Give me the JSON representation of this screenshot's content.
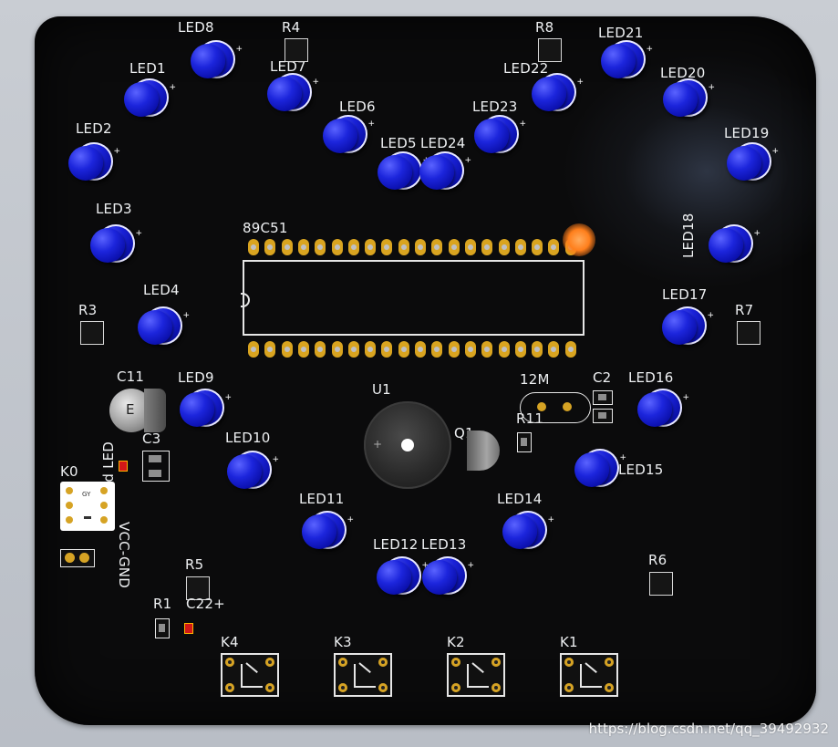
{
  "board": {
    "leds": [
      "LED1",
      "LED2",
      "LED3",
      "LED4",
      "LED5",
      "LED6",
      "LED7",
      "LED8",
      "LED9",
      "LED10",
      "LED11",
      "LED12",
      "LED13",
      "LED14",
      "LED15",
      "LED16",
      "LED17",
      "LED18",
      "LED19",
      "LED20",
      "LED21",
      "LED22",
      "LED23",
      "LED24"
    ],
    "resistors": [
      "R1",
      "R3",
      "R4",
      "R5",
      "R6",
      "R7",
      "R8",
      "R11"
    ],
    "capacitors": [
      "C11",
      "C3",
      "C2",
      "C22+"
    ],
    "buttons": [
      "K1",
      "K2",
      "K3",
      "K4"
    ],
    "power_switch": "K0",
    "mcu": "89C51",
    "buzzer": "U1",
    "transistor": "Q1",
    "crystal": "12M",
    "led_indicator": "Red LED",
    "power_label": "VCC-GND",
    "cap_mark": "E",
    "switch_mark": "GY",
    "pin_marks": [
      "+",
      "−"
    ]
  },
  "colors": {
    "board": "#0b0b0c",
    "led_blue": "#1a22d8",
    "pad_gold": "#d9a420",
    "silk": "#eef0f2"
  },
  "watermark": "https://blog.csdn.net/qq_39492932"
}
